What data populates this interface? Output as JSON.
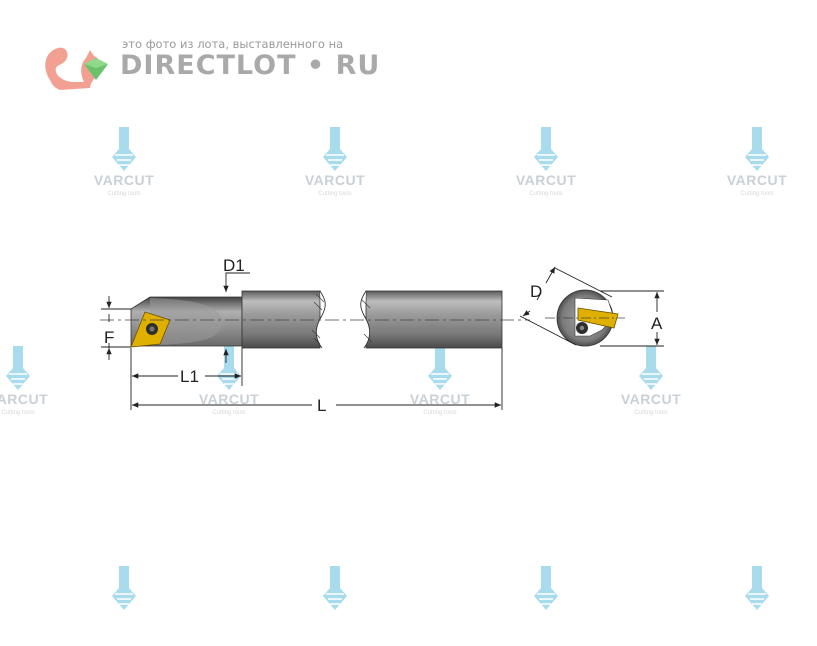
{
  "logo": {
    "tagline": "это фото из лота, выставленного на",
    "name": "DIRECTLOT • RU",
    "icon": "squirrel-gem-icon",
    "colors": {
      "squirrel": "#f2a091",
      "gem": "#8fd98a",
      "text": "#a9a9a9"
    }
  },
  "watermark": {
    "brand": "VARCUT",
    "subtitle": "Cutting tools",
    "icon": "spindle-icon",
    "color": "#a8dcec"
  },
  "drawing": {
    "labels": {
      "d1": "D1",
      "f": "F",
      "l1": "L1",
      "l": "L",
      "d": "D",
      "a": "A"
    },
    "colors": {
      "body": "#8a8a8a",
      "insert": "#e0b000",
      "line": "#222222"
    }
  }
}
